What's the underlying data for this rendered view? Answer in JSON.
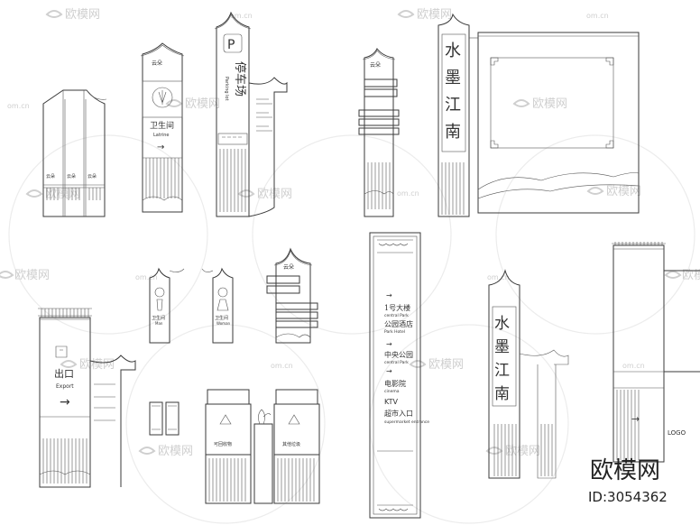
{
  "watermark": {
    "brand_cn": "欧模网",
    "site": "om.cn",
    "id_label": "ID:3054362"
  },
  "sign_short_brand": "云朵",
  "sign_toilet": {
    "cn": "卫生间",
    "en": "Latrine",
    "arrow": "→"
  },
  "sign_parking": {
    "cn": "停车场",
    "en": "Parking lot",
    "glyph": "P"
  },
  "small_toilet_left": {
    "cn": "卫生间",
    "en": "Man"
  },
  "small_toilet_right": {
    "cn": "卫生间",
    "en": "Woman"
  },
  "ink_panel": {
    "chars": [
      "水",
      "墨",
      "江",
      "南"
    ]
  },
  "ink_panel_small": {
    "chars": [
      "水",
      "墨",
      "江",
      "南"
    ]
  },
  "exit_sign": {
    "cn": "出口",
    "en": "Export",
    "arrow": "→"
  },
  "bin_labels": [
    "可回收物",
    "其他垃圾"
  ],
  "directory": {
    "items": [
      {
        "cn": "1号大楼",
        "en": "central Park"
      },
      {
        "cn": "公园酒店",
        "en": "Park Hotel"
      },
      {
        "cn": "中央公园",
        "en": "central Park"
      },
      {
        "cn": "电影院",
        "en": "cinema"
      },
      {
        "cn": "KTV",
        "en": ""
      },
      {
        "cn": "超市入口",
        "en": "supermarket entrance"
      }
    ],
    "arrow": "→"
  },
  "logo_sign": {
    "logo": "LOGO",
    "arrow": "→"
  }
}
